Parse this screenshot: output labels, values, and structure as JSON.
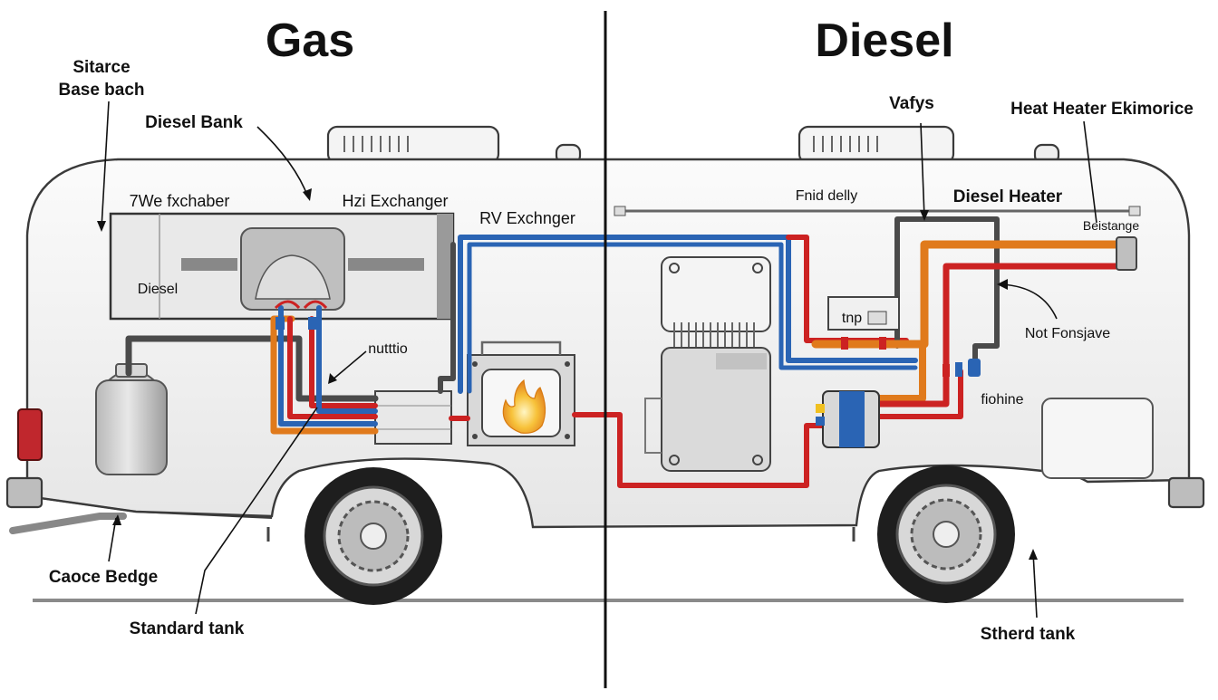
{
  "panels": {
    "left_title": "Gas",
    "right_title": "Diesel"
  },
  "labels": {
    "sitarce_base_bach_1": "Sitarce",
    "sitarce_base_bach_2": "Base bach",
    "diesel_bank": "Diesel Bank",
    "exchaber": "7We fxchaber",
    "hzi_exchanger": "Hzi Exchanger",
    "rv_exchanger": "RV Exchnger",
    "diesel_left": "Diesel",
    "nutttio": "nutttio",
    "caoce_bedge": "Caoce Bedge",
    "standard_tank": "Standard tank",
    "varfys": "Vafys",
    "heat_heater": "Heat Heater Ekimorice",
    "fnid_delly": "Fnid delly",
    "diesel_heater": "Diesel Heater",
    "beistange": "Beistange",
    "tnp": "tnp",
    "not_fonsjave": "Not Fonsjave",
    "fiohine": "fiohine",
    "stherd_tank": "Stherd tank"
  },
  "colors": {
    "blue_pipe": "#2a64b4",
    "red_pipe": "#cc2222",
    "orange_pipe": "#e07a1c",
    "grey_pipe": "#4a4a4a",
    "rv_body": "#f2f2f2",
    "flame": "#f5b820"
  },
  "icons": {
    "flame": "flame-icon",
    "wheel": "wheel-icon",
    "roof_ac": "roof-ac-icon",
    "propane_tank": "propane-tank-icon"
  }
}
